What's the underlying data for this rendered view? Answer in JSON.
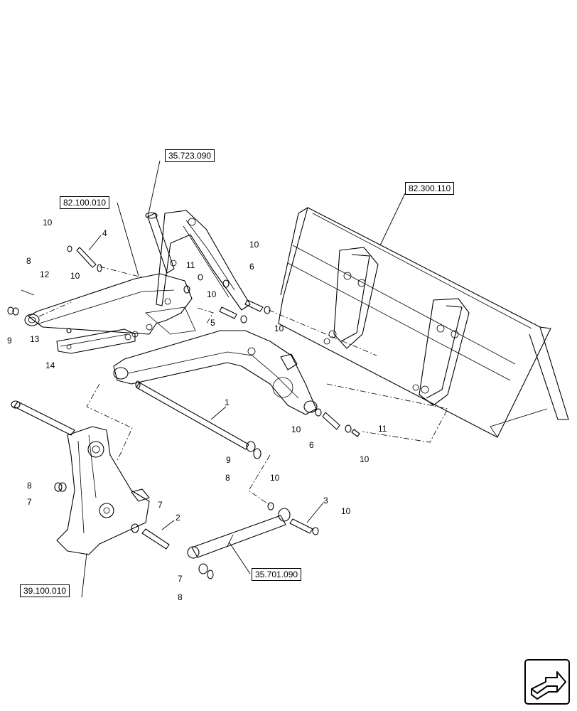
{
  "reference_boxes": {
    "top": "35.723.090",
    "frame": "82.100.010",
    "bucket": "82.300.110",
    "bracket": "39.100.010",
    "cylinder": "35.701.090"
  },
  "callouts": {
    "c1": "1",
    "c2": "2",
    "c3": "3",
    "c4": "4",
    "c5": "5",
    "c6a": "6",
    "c6b": "6",
    "c7a": "7",
    "c7b": "7",
    "c7c": "7",
    "c8a": "8",
    "c8b": "8",
    "c8c": "8",
    "c8d": "8",
    "c9a": "9",
    "c9b": "9",
    "c10a": "10",
    "c10b": "10",
    "c10c": "10",
    "c10d": "10",
    "c10e": "10",
    "c10f": "10",
    "c10g": "10",
    "c10h": "10",
    "c10i": "10",
    "c11a": "11",
    "c11b": "11",
    "c12": "12",
    "c13": "13",
    "c14": "14"
  },
  "icons": {
    "nav": "next-page-arrow-icon"
  }
}
